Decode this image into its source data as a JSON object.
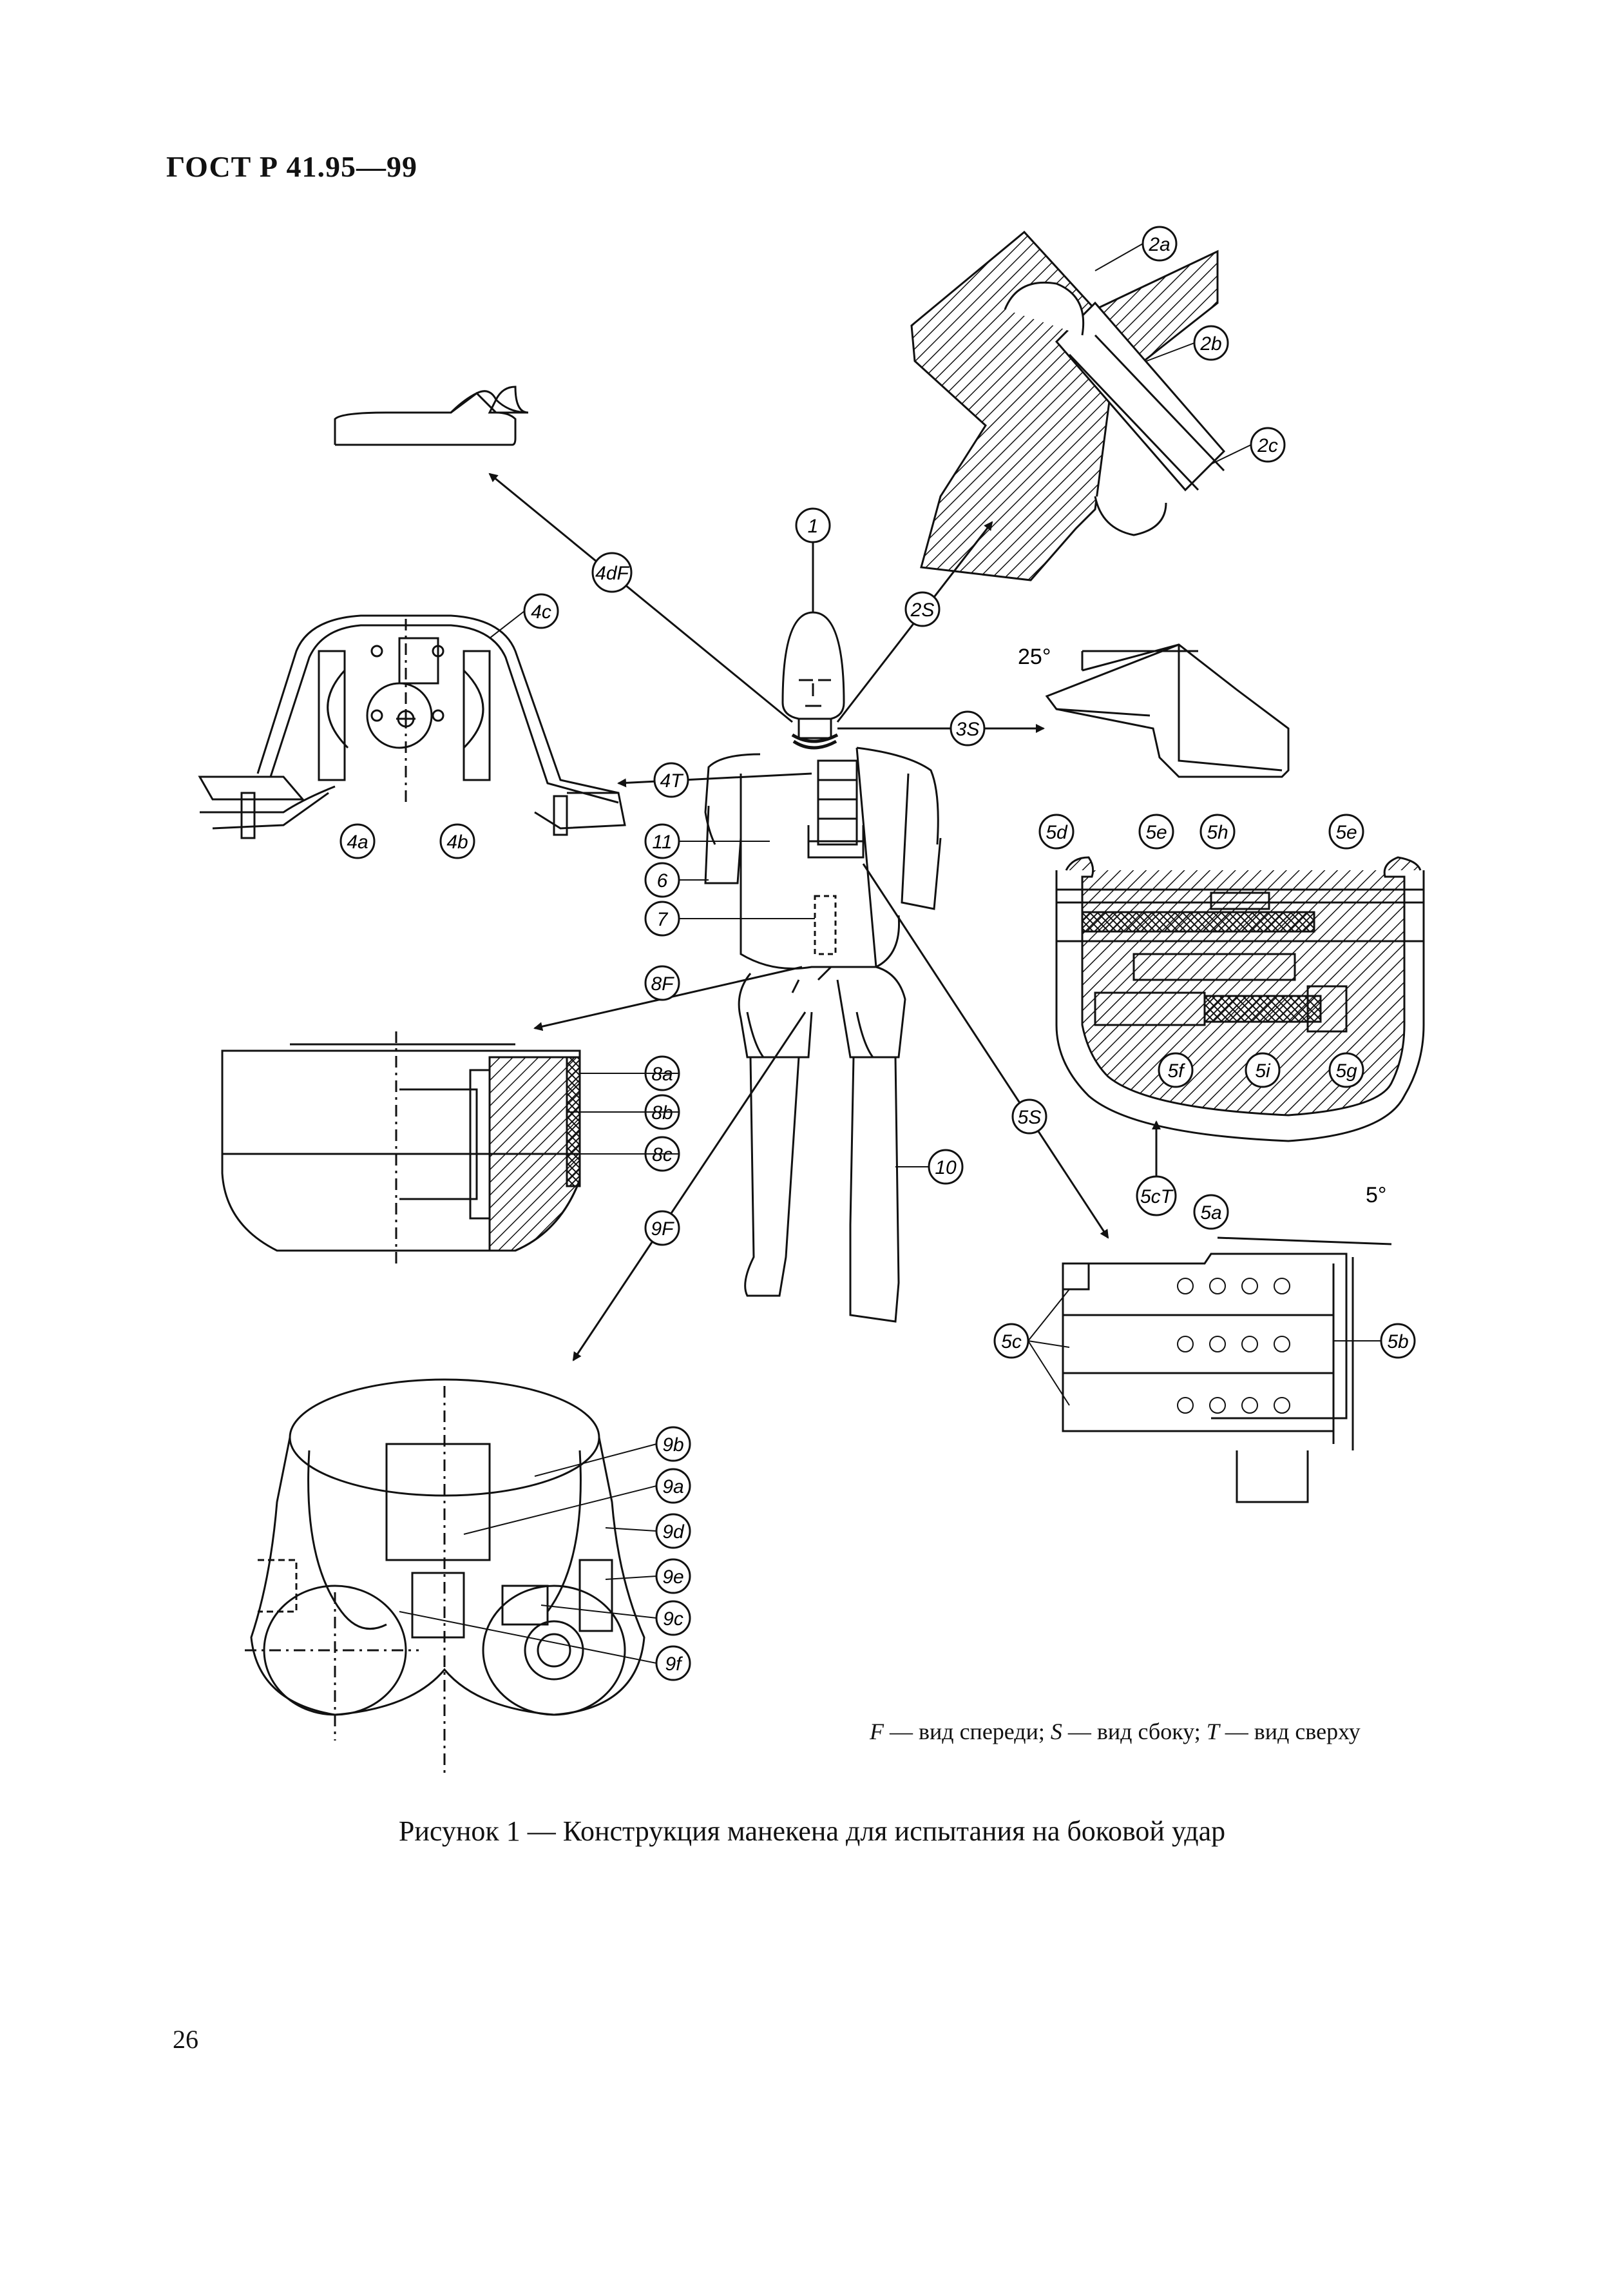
{
  "document": {
    "header": "ГОСТ Р 41.95—99",
    "page_number": "26",
    "caption": "Рисунок 1 — Конструкция манекена для испытания на боковой удар",
    "legend": {
      "f_key": "F",
      "f_text": " — вид спереди; ",
      "s_key": "S",
      "s_text": " — вид сбоку; ",
      "t_key": "T",
      "t_text": " — вид сверху"
    }
  },
  "figure": {
    "labels": {
      "l1": "1",
      "l2a": "2a",
      "l2b": "2b",
      "l2c": "2c",
      "l2S": "2S",
      "l3S": "3S",
      "l4a": "4a",
      "l4b": "4b",
      "l4c": "4c",
      "l4dF": "4dF",
      "l4T": "4T",
      "l5a": "5a",
      "l5b": "5b",
      "l5c": "5c",
      "l5cT": "5cT",
      "l5d": "5d",
      "l5e1": "5e",
      "l5e2": "5e",
      "l5f": "5f",
      "l5g": "5g",
      "l5h": "5h",
      "l5i": "5i",
      "l5S": "5S",
      "l6": "6",
      "l7": "7",
      "l8a": "8a",
      "l8b": "8b",
      "l8c": "8c",
      "l8F": "8F",
      "l9a": "9a",
      "l9b": "9b",
      "l9c": "9c",
      "l9d": "9d",
      "l9e": "9e",
      "l9f": "9f",
      "l9F": "9F",
      "l10": "10",
      "l11": "11"
    },
    "angles": {
      "a25": "25°",
      "a5": "5°"
    }
  }
}
